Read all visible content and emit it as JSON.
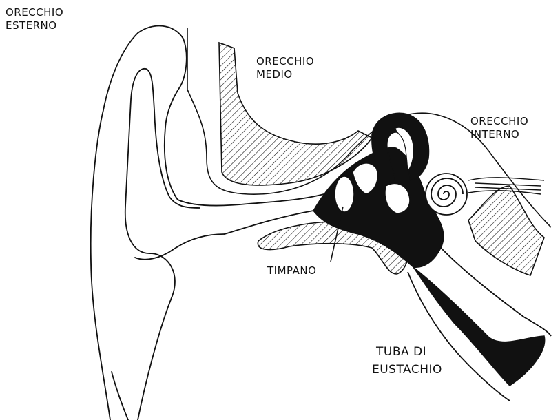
{
  "labels": {
    "outer_ear": {
      "line1": "ORECCHIO",
      "line2": "ESTERNO"
    },
    "middle_ear": {
      "line1": "ORECCHIO",
      "line2": "MEDIO"
    },
    "inner_ear": {
      "line1": "ORECCHIO",
      "line2": "INTERNO"
    },
    "eardrum": "TIMPANO",
    "eustachian_tube": {
      "line1": "TUBA DI",
      "line2": "EUSTACHIO"
    }
  },
  "colors": {
    "ink": "#111111",
    "paper": "#ffffff"
  }
}
